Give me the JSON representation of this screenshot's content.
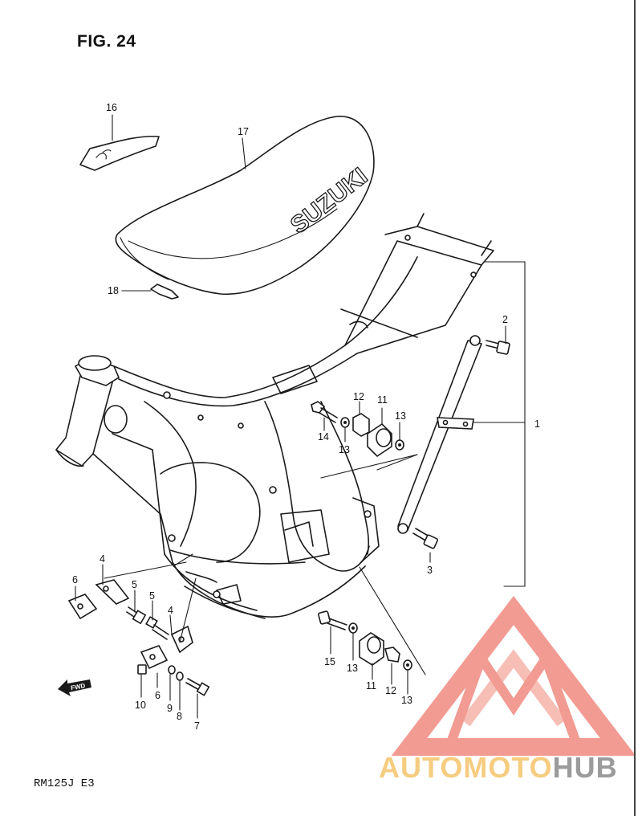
{
  "figure": {
    "title": "FIG. 24",
    "model_code": "RM125J  E3",
    "brand_on_seat": "SUZUKI",
    "fwd_label": "FWD"
  },
  "callouts": [
    {
      "id": "c1",
      "label": "1"
    },
    {
      "id": "c2",
      "label": "2"
    },
    {
      "id": "c3",
      "label": "3"
    },
    {
      "id": "c4a",
      "label": "4"
    },
    {
      "id": "c4b",
      "label": "4"
    },
    {
      "id": "c5a",
      "label": "5"
    },
    {
      "id": "c5b",
      "label": "5"
    },
    {
      "id": "c6a",
      "label": "6"
    },
    {
      "id": "c6b",
      "label": "6"
    },
    {
      "id": "c7",
      "label": "7"
    },
    {
      "id": "c8",
      "label": "8"
    },
    {
      "id": "c9",
      "label": "9"
    },
    {
      "id": "c10",
      "label": "10"
    },
    {
      "id": "c11a",
      "label": "11"
    },
    {
      "id": "c11b",
      "label": "11"
    },
    {
      "id": "c12a",
      "label": "12"
    },
    {
      "id": "c12b",
      "label": "12"
    },
    {
      "id": "c13a",
      "label": "13"
    },
    {
      "id": "c13b",
      "label": "13"
    },
    {
      "id": "c13c",
      "label": "13"
    },
    {
      "id": "c13d",
      "label": "13"
    },
    {
      "id": "c14",
      "label": "14"
    },
    {
      "id": "c15",
      "label": "15"
    },
    {
      "id": "c16",
      "label": "16"
    },
    {
      "id": "c17",
      "label": "17"
    },
    {
      "id": "c18",
      "label": "18"
    }
  ],
  "watermark": {
    "part1": "AUTOMOTO",
    "part2": "HUB",
    "color_primary": "#f08a80",
    "color_light": "#f6b3aa",
    "color_accent": "#f5c46a",
    "color_dark": "#8a8a8a"
  }
}
